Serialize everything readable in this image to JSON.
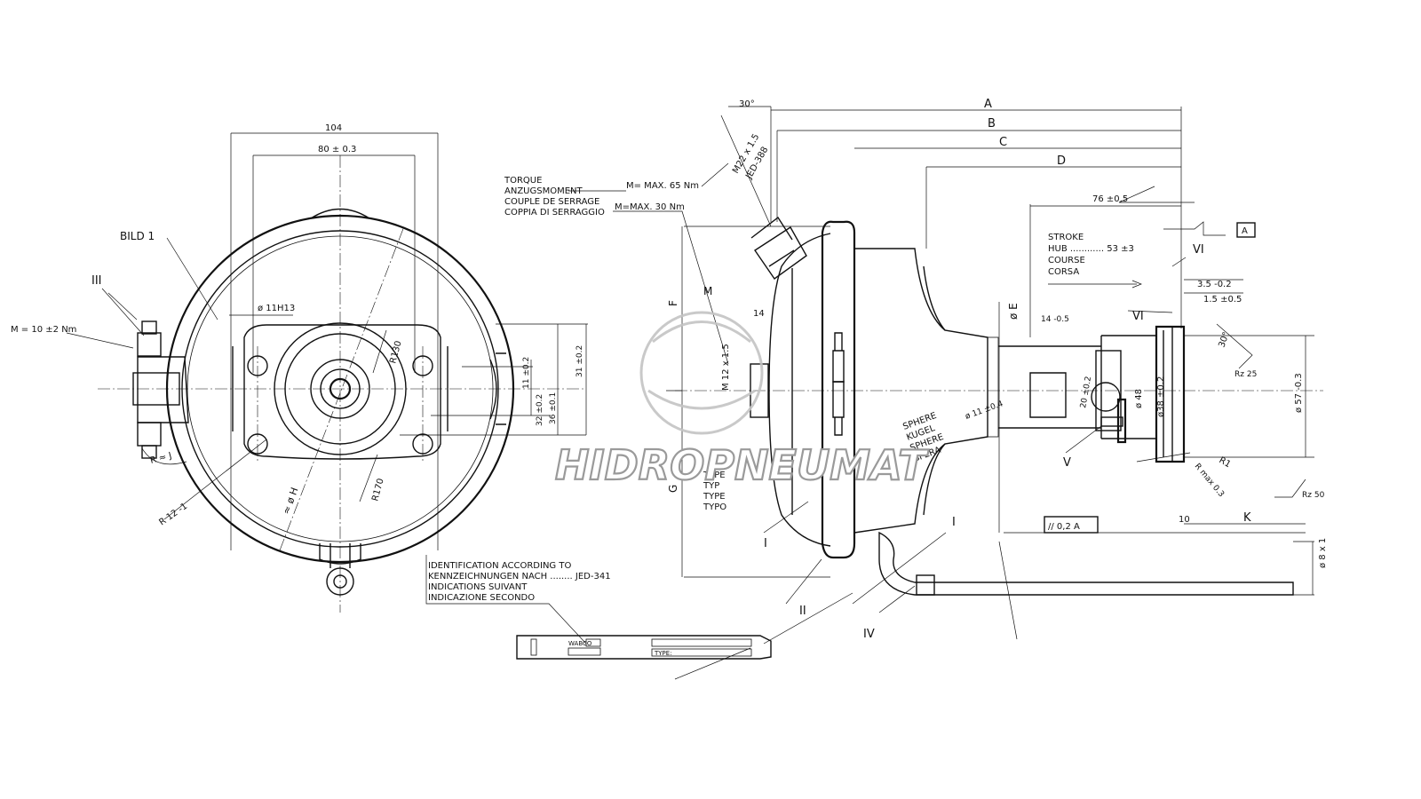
{
  "left_view": {
    "bild": "BILD 1",
    "label_iii": "III",
    "torque_bolt": "M = 10 ±2 Nm",
    "dim_104": "104",
    "dim_80": "80 ± 0.3",
    "dim_hole": "ø 11H13",
    "dim_r130": "R130",
    "dim_r170": "R170",
    "dim_rj": "R ≈ J",
    "dim_r12": "R 12 -1",
    "dim_h": "≈ ø H",
    "dim_11": "11 ±0.2",
    "dim_36": "36 ±0.1",
    "dim_32": "32 ±0.2",
    "dim_31": "31 ±0.2"
  },
  "notes": {
    "torque_lines": [
      "TORQUE",
      "ANZUGSMOMENT",
      "COUPLE DE SERRAGE",
      "COPPIA DI SERRAGGIO"
    ],
    "torque_65": "M= MAX. 65 Nm",
    "torque_30": "M=MAX. 30 Nm",
    "thread_m22": "M22 x 1.5",
    "jed_388": "JED-388",
    "angle_30": "30°",
    "ident_lines": [
      "IDENTIFICATION ACCORDING TO",
      "KENNZEICHNUNGEN NACH ........ JED-341",
      "INDICATIONS SUIVANT",
      "INDICAZIONE SECONDO"
    ],
    "type_lines": [
      "TYPE",
      "TYP",
      "TYPE",
      "TYPO"
    ],
    "stroke_lines": [
      "STROKE",
      "HUB ............ 53 ±3",
      "COURSE",
      "CORSA"
    ],
    "sphere_lines": [
      "SPHERE",
      "KUGEL",
      "SPHERE",
      "SFERA"
    ],
    "sphere_dim": "ø 11 ±0.4",
    "tag_brand": "WABCO",
    "tag_type": "TYPE:"
  },
  "right_view": {
    "dim_a": "A",
    "dim_b": "B",
    "dim_c": "C",
    "dim_d": "D",
    "dim_e": "ø E",
    "dim_f": "F",
    "dim_g": "G",
    "dim_k": "K",
    "dim_m": "M",
    "dim_m12": "M 12 x 1.5",
    "dim_14": "14",
    "dim_14b": "14 -0.5",
    "dim_76": "76 ±0.5",
    "dim_10": "10",
    "dim_3_5": "3.5 -0.2",
    "dim_1_5": "1.5 ±0.5",
    "dim_48": "ø 48",
    "dim_38": "ø38 ±0.2",
    "dim_57": "ø 57 -0.3",
    "dim_8x1": "ø 8 x 1",
    "dim_20": "20 ±0.2",
    "dim_30deg": "30°",
    "dim_r1": "R1",
    "dim_rmax": "R max 0.3",
    "rz25": "Rz 25",
    "rz50": "Rz 50",
    "datum_a": "A",
    "tol_par": "// 0,2 A",
    "label_i": "I",
    "label_i2": "I",
    "label_ii": "II",
    "label_iv": "IV",
    "label_v": "V",
    "label_vi": "VI",
    "label_vi2": "VI"
  },
  "watermark": "HIDROPNEUMAT"
}
